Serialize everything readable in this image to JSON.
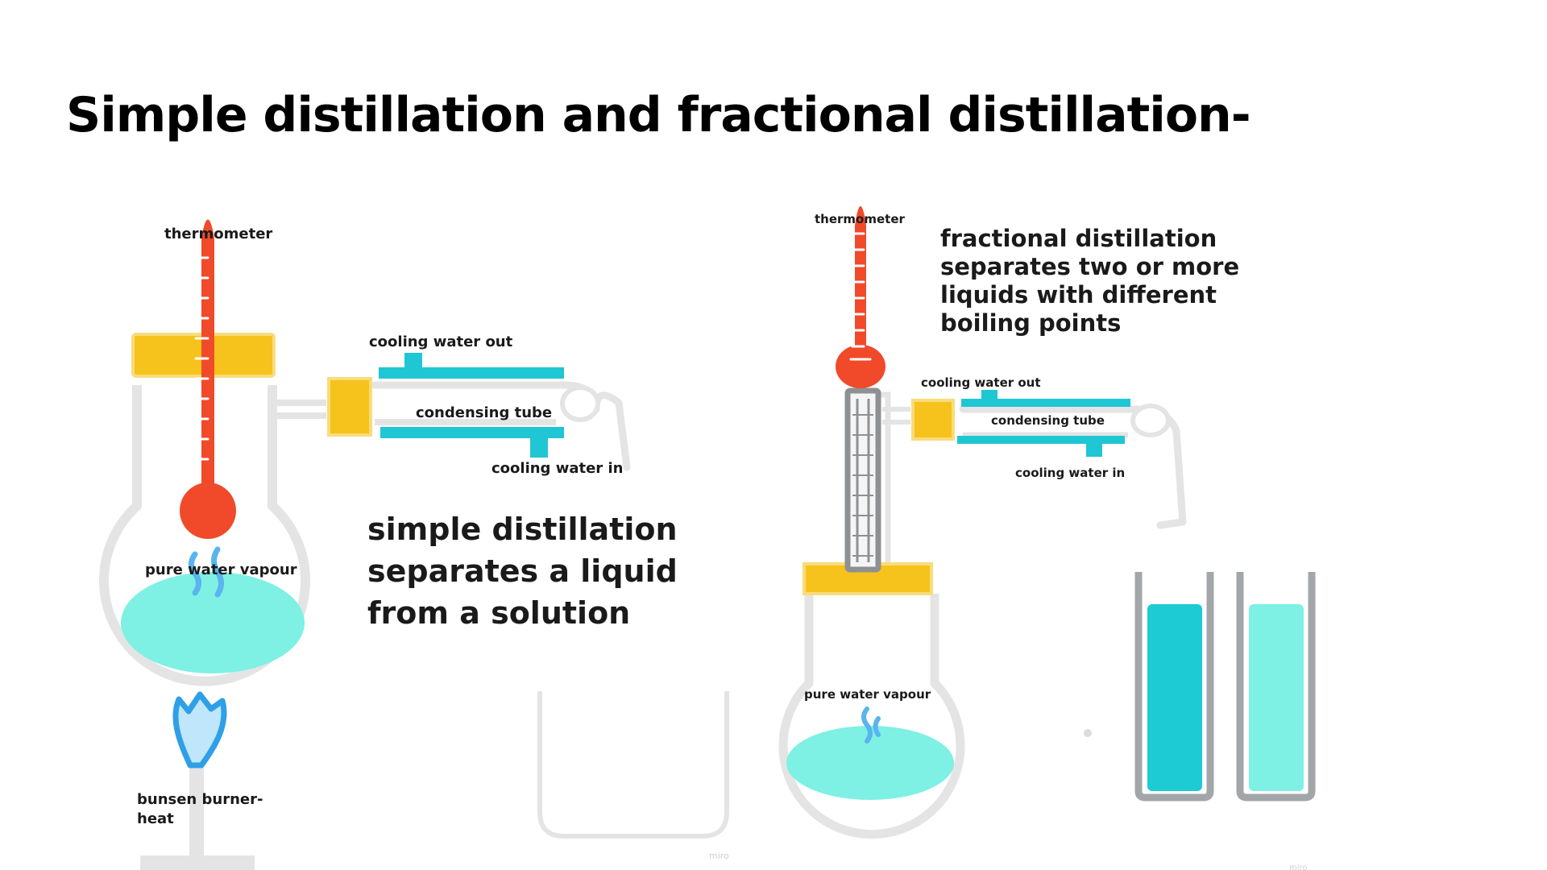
{
  "title": "Simple distillation and fractional distillation-",
  "simple": {
    "labels": {
      "thermometer": "thermometer",
      "cooling_water_out": "cooling water out",
      "condensing_tube": "condensing tube",
      "cooling_water_in": "cooling water in",
      "vapour": "pure water vapour",
      "burner_line1": "bunsen burner-",
      "burner_line2": "heat"
    },
    "description": [
      "simple distillation",
      "separates a liquid",
      "from a solution"
    ]
  },
  "fractional": {
    "labels": {
      "thermometer": "thermometer",
      "cooling_water_out": "cooling water out",
      "condensing_tube": "condensing tube",
      "cooling_water_in": "cooling water in",
      "vapour": "pure water vapour"
    },
    "description": [
      "fractional distillation",
      "separates two or more",
      "liquids with different",
      "boiling points"
    ]
  },
  "watermarks": [
    "miro",
    "miro"
  ],
  "colors": {
    "thermometer": "#f04a2a",
    "stopper": "#f6c21c",
    "water_pipe": "#1fc6d4",
    "liquid": "#7ef0e4",
    "liquid_dark": "#1ccbd4",
    "glass": "#e4e4e4",
    "flame": "#2f9fe8",
    "column": "#8e9194"
  }
}
